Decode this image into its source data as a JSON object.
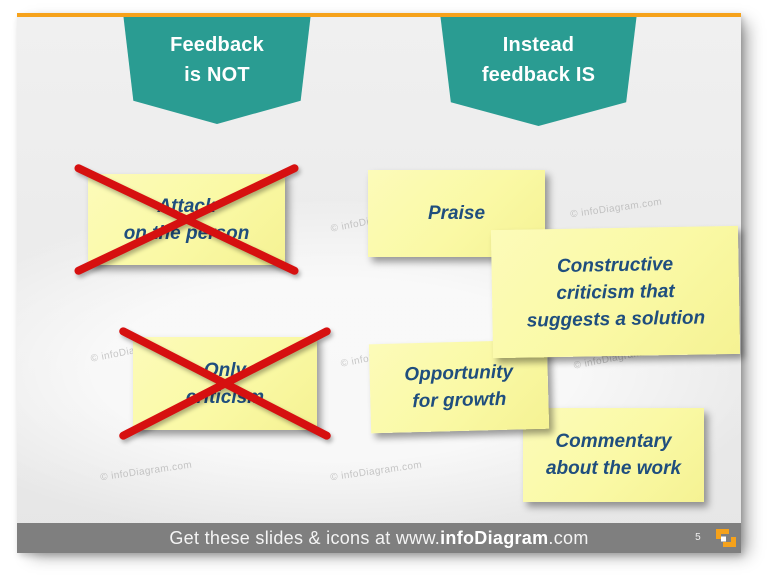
{
  "banners": {
    "not": {
      "line1": "Feedback",
      "line2": "is NOT"
    },
    "is": {
      "line1": "Instead",
      "line2": "feedback IS"
    }
  },
  "notes": {
    "attack": {
      "line1": "Attack",
      "line2": "on the person"
    },
    "only": {
      "line1": "Only",
      "line2": "criticism"
    },
    "praise": {
      "line1": "Praise"
    },
    "constructive": {
      "line1": "Constructive",
      "line2": "criticism that",
      "line3": "suggests a solution"
    },
    "opportunity": {
      "line1": "Opportunity",
      "line2": "for growth"
    },
    "commentary": {
      "line1": "Commentary",
      "line2": "about the work"
    }
  },
  "watermark": {
    "text": "© infoDiagram.com"
  },
  "footer": {
    "prefix": "Get these slides & icons at www.",
    "brand": "infoDiagram",
    "suffix": ".com",
    "page": "5"
  },
  "colors": {
    "accent_orange": "#F6A21B",
    "teal": "#2A9C92",
    "note_yellow": "#FAF9A5",
    "ink_blue": "#1F4E7E",
    "cross_red": "#D61010",
    "footer_gray": "#7F7F7F"
  }
}
